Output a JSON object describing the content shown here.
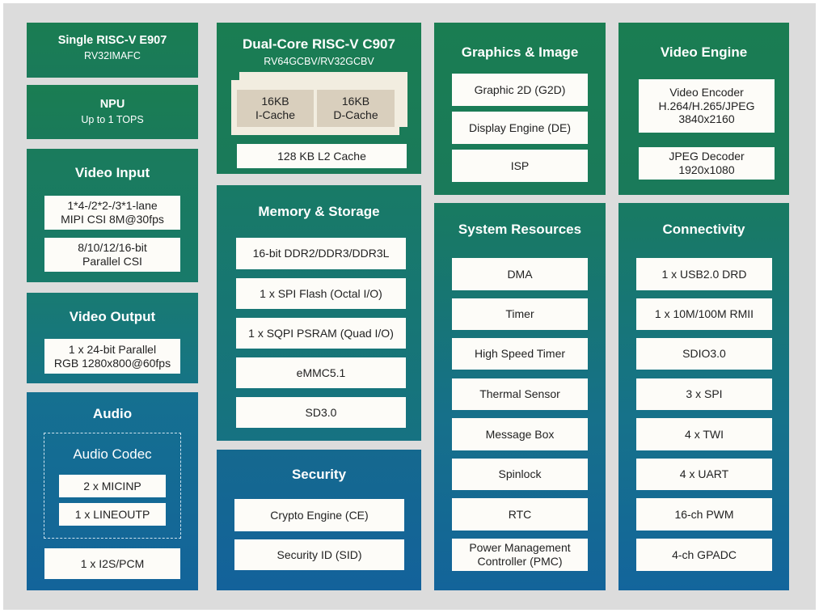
{
  "e907": {
    "title": "Single RISC-V E907",
    "subtitle": "RV32IMAFC"
  },
  "npu": {
    "title": "NPU",
    "subtitle": "Up to 1 TOPS"
  },
  "video_input": {
    "title": "Video Input",
    "items": [
      [
        "1*4-/2*2-/3*1-lane",
        "MIPI CSI 8M@30fps"
      ],
      [
        "8/10/12/16-bit",
        "Parallel CSI"
      ]
    ]
  },
  "video_output": {
    "title": "Video Output",
    "items": [
      [
        "1 x 24-bit Parallel",
        "RGB 1280x800@60fps"
      ]
    ]
  },
  "audio": {
    "title": "Audio",
    "codec_title": "Audio Codec",
    "codec_items": [
      "2 x MICINP",
      "1 x LINEOUTP"
    ],
    "items": [
      "1 x I2S/PCM"
    ]
  },
  "c907": {
    "title": "Dual-Core RISC-V C907",
    "subtitle": "RV64GCBV/RV32GCBV",
    "icache": [
      "16KB",
      "I-Cache"
    ],
    "dcache": [
      "16KB",
      "D-Cache"
    ],
    "l2": "128 KB L2 Cache"
  },
  "memory": {
    "title": "Memory & Storage",
    "items": [
      "16-bit DDR2/DDR3/DDR3L",
      "1 x SPI Flash (Octal I/O)",
      "1 x SQPI PSRAM (Quad I/O)",
      "eMMC5.1",
      "SD3.0"
    ]
  },
  "security": {
    "title": "Security",
    "items": [
      "Crypto Engine (CE)",
      "Security ID (SID)"
    ]
  },
  "graphics": {
    "title": "Graphics & Image",
    "items": [
      "Graphic 2D (G2D)",
      "Display Engine (DE)",
      "ISP"
    ]
  },
  "system": {
    "title": "System Resources",
    "items": [
      "DMA",
      "Timer",
      "High Speed Timer",
      "Thermal Sensor",
      "Message Box",
      "Spinlock",
      "RTC"
    ],
    "pmc": [
      "Power Management",
      "Controller (PMC)"
    ]
  },
  "video_engine": {
    "title": "Video Engine",
    "encoder": [
      "Video Encoder",
      "H.264/H.265/JPEG",
      "3840x2160"
    ],
    "decoder": [
      "JPEG Decoder",
      "1920x1080"
    ]
  },
  "connectivity": {
    "title": "Connectivity",
    "items": [
      "1 x USB2.0 DRD",
      "1 x 10M/100M RMII",
      "SDIO3.0",
      "3 x SPI",
      "4 x TWI",
      "4 x UART",
      "16-ch PWM",
      "4-ch GPADC"
    ]
  }
}
